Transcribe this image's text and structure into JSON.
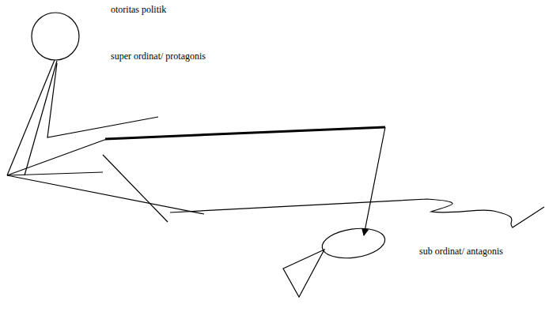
{
  "diagram": {
    "labels": [
      "otoritas politik",
      "super ordinat/ protagonis",
      "sub ordinat/ antagonis"
    ]
  }
}
